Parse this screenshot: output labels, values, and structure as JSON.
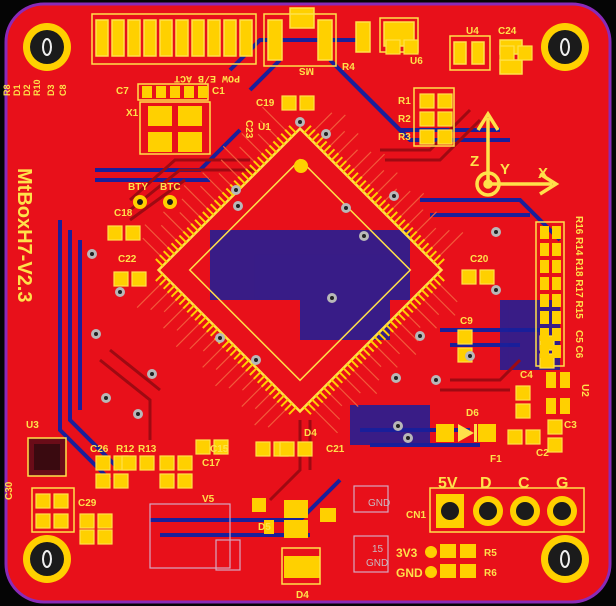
{
  "board": {
    "title": "MtBoxH7-V2.3",
    "colors": {
      "background": "#050505",
      "top_copper": "#e8101a",
      "bottom_copper": "#1a1f9a",
      "silkscreen": "#ffe14a",
      "pad": "#ffd000",
      "drill": "#1b1b1b",
      "edge": "#8a2ab8"
    }
  },
  "labels": {
    "u1": "U1",
    "u2": "U2",
    "u3": "U3",
    "u4": "U4",
    "u6": "U6",
    "x1": "X1",
    "r1": "R1",
    "r2": "R2",
    "r3": "R3",
    "r4": "R4",
    "r5": "R5",
    "r6": "R6",
    "r10": "R10",
    "r8": "R8",
    "c1": "C1",
    "c2": "C2",
    "c3": "C3",
    "c4": "C4",
    "c7": "C7",
    "c8": "C8",
    "c9": "C9",
    "c15": "C15",
    "c17": "C17",
    "c18": "C18",
    "c19": "C19",
    "c20": "C20",
    "c21": "C21",
    "c22": "C22",
    "c23": "C23",
    "c24": "C24",
    "c26": "C26",
    "c29": "C29",
    "c30": "C30",
    "d1": "D1",
    "d2": "D2",
    "d3": "D3",
    "d4": "D4",
    "d5": "D5",
    "d6": "D6",
    "f1": "F1",
    "v5": "V5",
    "cn1": "CN1",
    "ms": "MS",
    "bty": "BTY",
    "btc": "BTC",
    "r_col": "R16 R14 R18 R17 R15",
    "c5": "C5 C6",
    "r12": "R12",
    "r13": "R13",
    "led_labels": "POW  E/B  ACT",
    "axis_x": "X",
    "axis_y": "Y",
    "axis_z": "Z",
    "pin_5v": "5V",
    "pin_d": "D",
    "pin_c": "C",
    "pin_g": "G",
    "pwr_3v3": "3V3",
    "pwr_gnd": "GND",
    "bot_gnd": "GND",
    "bot_15": "15",
    "bot_gnd2": "GND"
  },
  "icons": {
    "mount_hole": "mounting-hole-icon",
    "axis": "axis-indicator-icon"
  }
}
